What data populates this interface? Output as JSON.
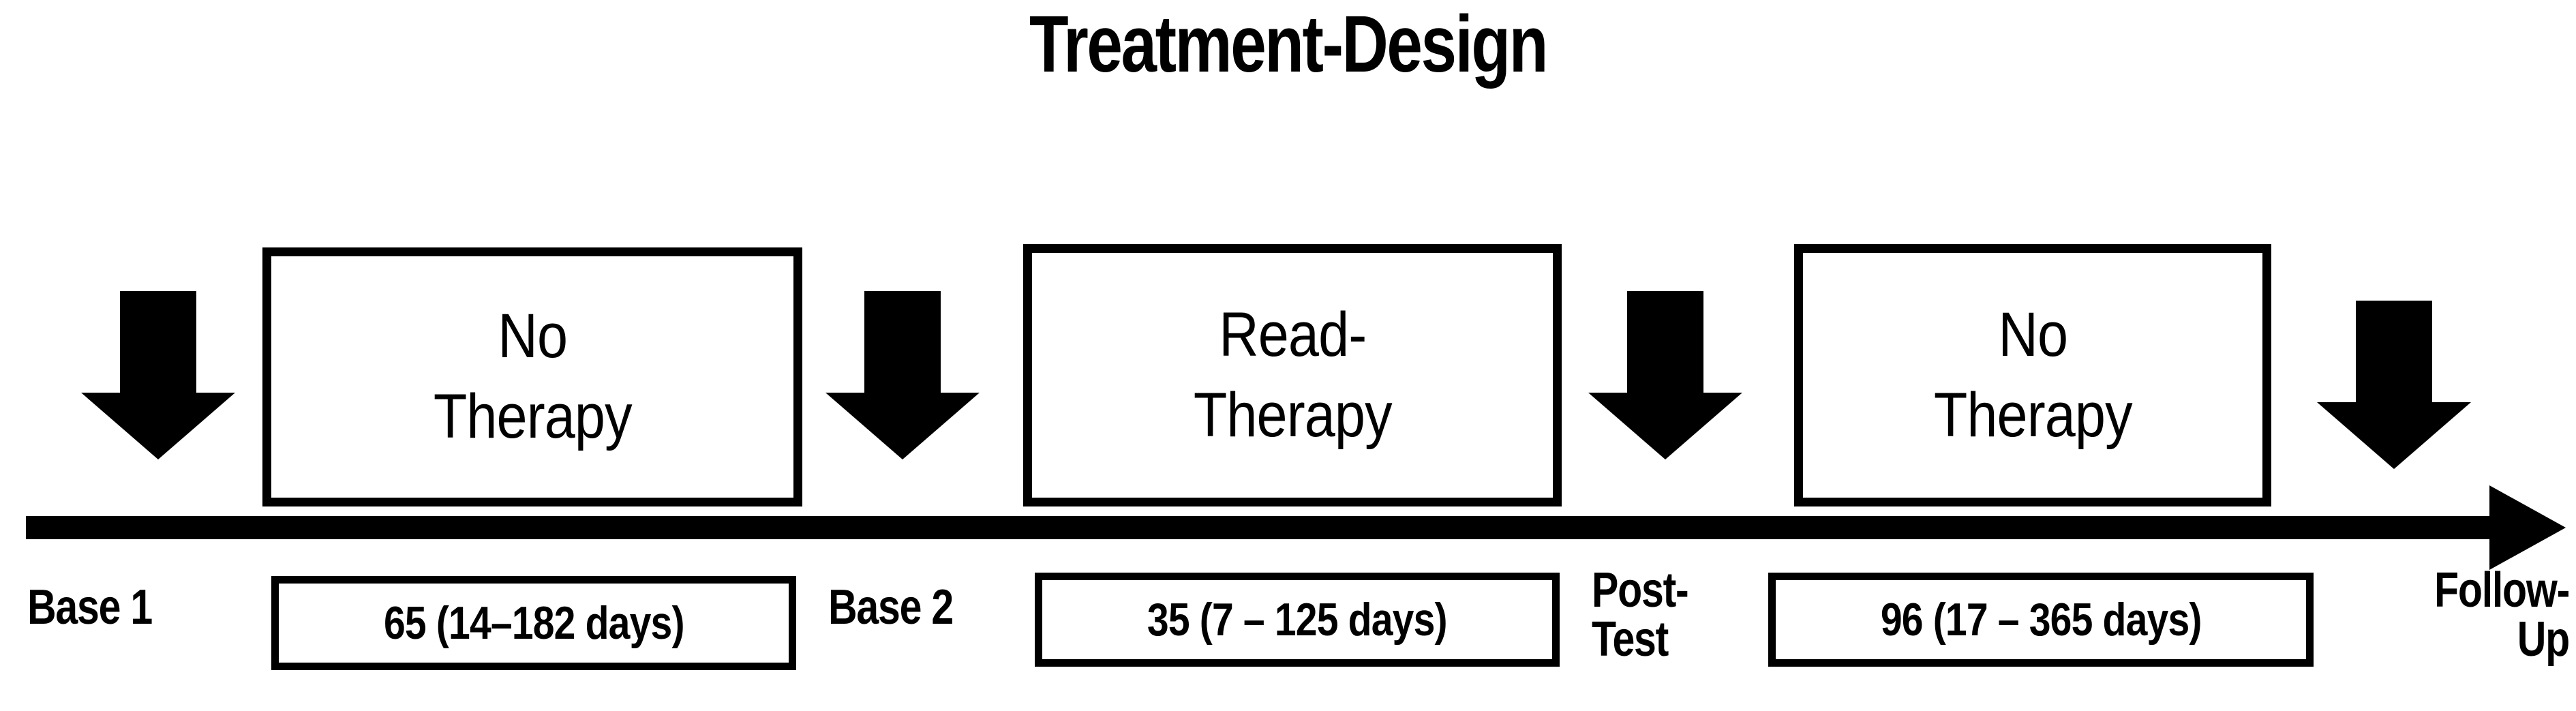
{
  "figure": {
    "title": "Treatment-Design"
  },
  "phases": [
    {
      "label": "No\nTherapy",
      "name": "phase-no-therapy-1"
    },
    {
      "label": "Read-\nTherapy",
      "name": "phase-read-therapy"
    },
    {
      "label": "No\nTherapy",
      "name": "phase-no-therapy-2"
    }
  ],
  "timepoints": [
    {
      "label": "Base 1"
    },
    {
      "label": "Base 2"
    },
    {
      "label": "Post-\nTest"
    },
    {
      "label": "Follow-\nUp"
    }
  ],
  "intervals": [
    {
      "label": "65 (14–182 days)",
      "median_days": 65,
      "min_days": 14,
      "max_days": 182
    },
    {
      "label": "35 (7 – 125 days)",
      "median_days": 35,
      "min_days": 7,
      "max_days": 125
    },
    {
      "label": "96 (17 – 365 days)",
      "median_days": 96,
      "min_days": 17,
      "max_days": 365
    }
  ],
  "arrows": {
    "down_arrow_count": 4,
    "axis_direction": "right"
  },
  "colors": {
    "ink": "#000000",
    "background": "#ffffff"
  }
}
